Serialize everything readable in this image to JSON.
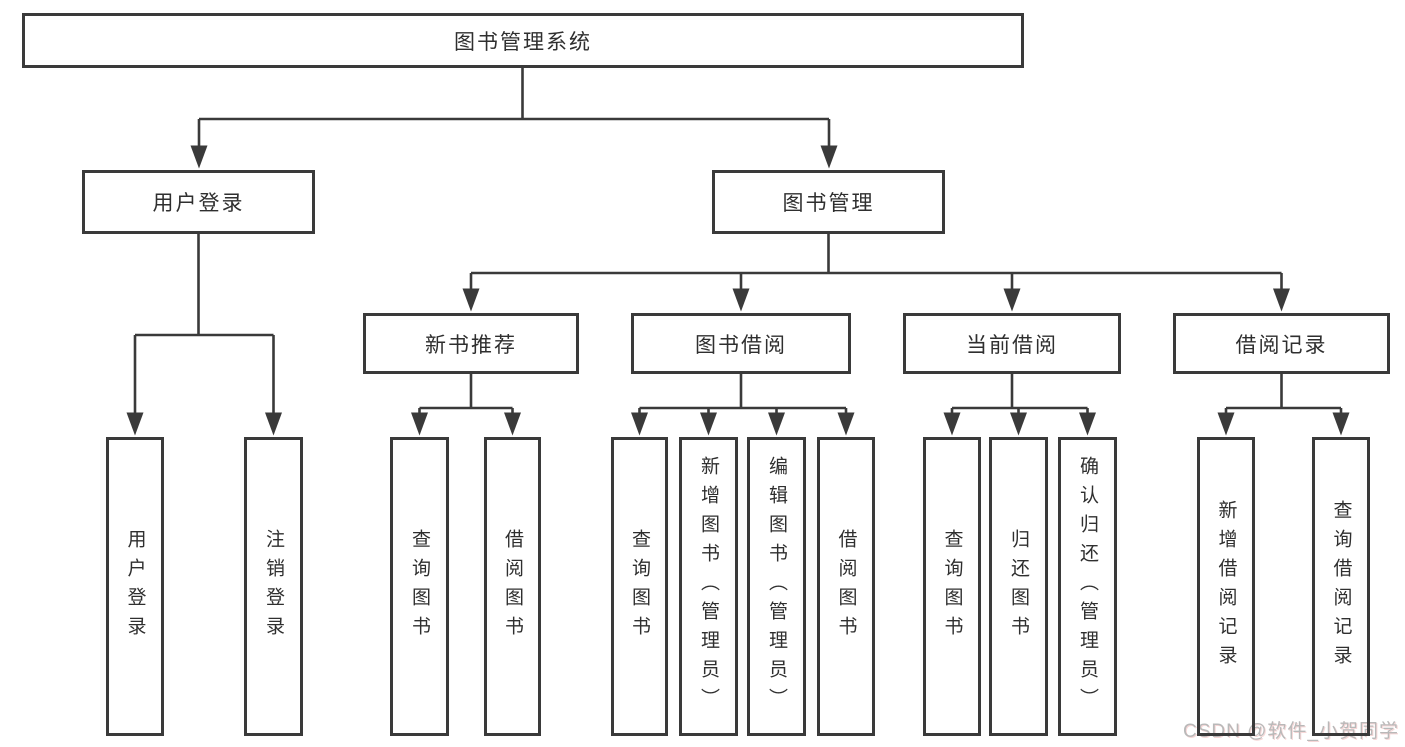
{
  "nodes": {
    "root": "图书管理系统",
    "user_login": "用户登录",
    "book_mgmt": "图书管理",
    "user_login_leaves": [
      "用户登录",
      "注销登录"
    ],
    "groups": [
      {
        "label": "新书推荐",
        "leaves": [
          "查询图书",
          "借阅图书"
        ]
      },
      {
        "label": "图书借阅",
        "leaves": [
          "查询图书",
          "新增图书（管理员）",
          "编辑图书（管理员）",
          "借阅图书"
        ]
      },
      {
        "label": "当前借阅",
        "leaves": [
          "查询图书",
          "归还图书",
          "确认归还（管理员）"
        ]
      },
      {
        "label": "借阅记录",
        "leaves": [
          "新增借阅记录",
          "查询借阅记录"
        ]
      }
    ]
  },
  "watermark": "CSDN @软件_小贺同学",
  "colors": {
    "line": "#3a3a3a",
    "text": "#2f2f2f",
    "background": "#ffffff",
    "watermark": "#b9b9b9"
  }
}
